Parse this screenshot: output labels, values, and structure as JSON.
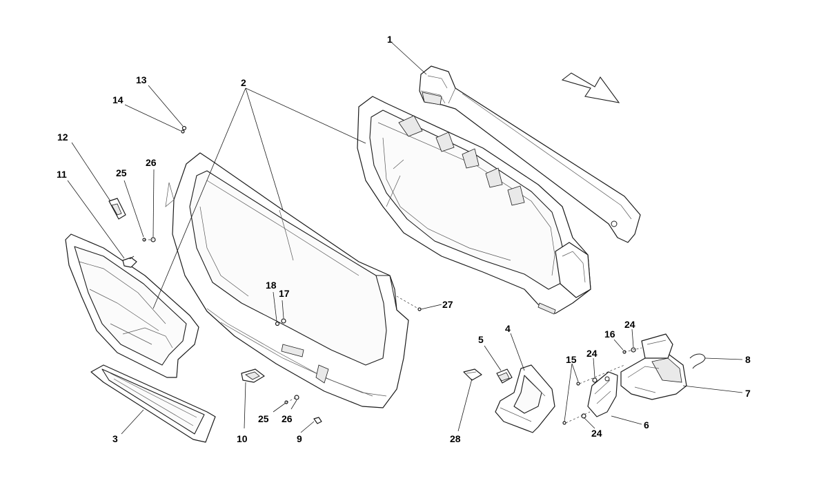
{
  "diagram": {
    "callouts": [
      {
        "id": "1",
        "label": "1"
      },
      {
        "id": "2",
        "label": "2"
      },
      {
        "id": "3",
        "label": "3"
      },
      {
        "id": "4",
        "label": "4"
      },
      {
        "id": "5",
        "label": "5"
      },
      {
        "id": "6",
        "label": "6"
      },
      {
        "id": "7",
        "label": "7"
      },
      {
        "id": "8",
        "label": "8"
      },
      {
        "id": "9",
        "label": "9"
      },
      {
        "id": "10",
        "label": "10"
      },
      {
        "id": "11",
        "label": "11"
      },
      {
        "id": "12",
        "label": "12"
      },
      {
        "id": "13",
        "label": "13"
      },
      {
        "id": "14",
        "label": "14"
      },
      {
        "id": "15",
        "label": "15"
      },
      {
        "id": "16",
        "label": "16"
      },
      {
        "id": "17",
        "label": "17"
      },
      {
        "id": "18",
        "label": "18"
      },
      {
        "id": "24a",
        "label": "24"
      },
      {
        "id": "24b",
        "label": "24"
      },
      {
        "id": "24c",
        "label": "24"
      },
      {
        "id": "25a",
        "label": "25"
      },
      {
        "id": "25b",
        "label": "25"
      },
      {
        "id": "26a",
        "label": "26"
      },
      {
        "id": "26b",
        "label": "26"
      },
      {
        "id": "27",
        "label": "27"
      },
      {
        "id": "28",
        "label": "28"
      }
    ]
  }
}
